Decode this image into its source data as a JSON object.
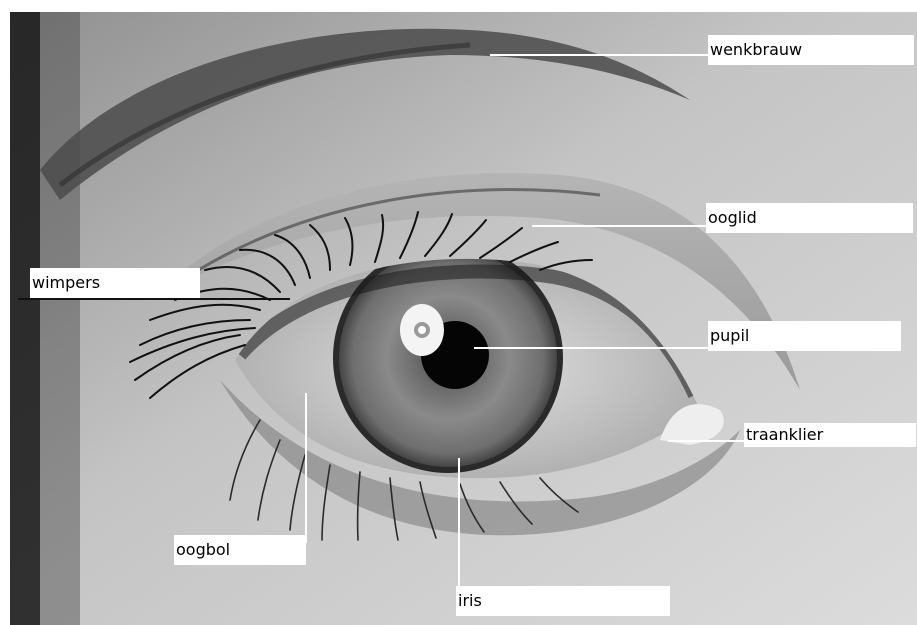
{
  "diagram": {
    "labels": {
      "wenkbrauw": "wenkbrauw",
      "ooglid": "ooglid",
      "wimpers": "wimpers",
      "pupil": "pupil",
      "traanklier": "traanklier",
      "oogbol": "oogbol",
      "iris": "iris"
    }
  }
}
